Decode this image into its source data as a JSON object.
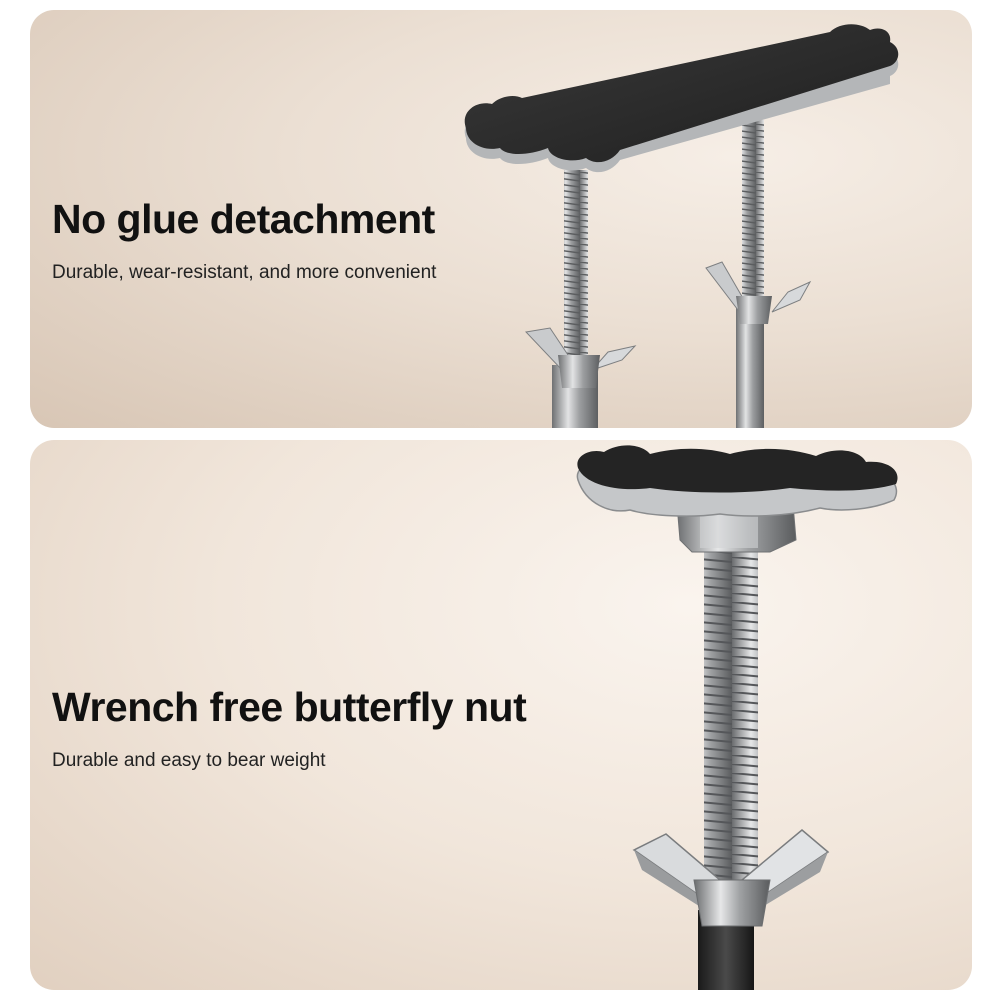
{
  "panels": [
    {
      "headline": "No glue detachment",
      "subtitle": "Durable, wear-resistant, and more convenient",
      "illustration": "two-screw-rods-with-pad-and-wing-nuts"
    },
    {
      "headline": "Wrench free butterfly nut",
      "subtitle": "Durable and easy to bear weight",
      "illustration": "screw-rod-with-pad-and-butterfly-nut"
    }
  ],
  "colors": {
    "background": "#ffffff",
    "panel_top": "#e6d8ca",
    "panel_bottom": "#f2e7dc",
    "text": "#111111",
    "pad": "#2b2b2b",
    "steel": "#a9abad"
  }
}
